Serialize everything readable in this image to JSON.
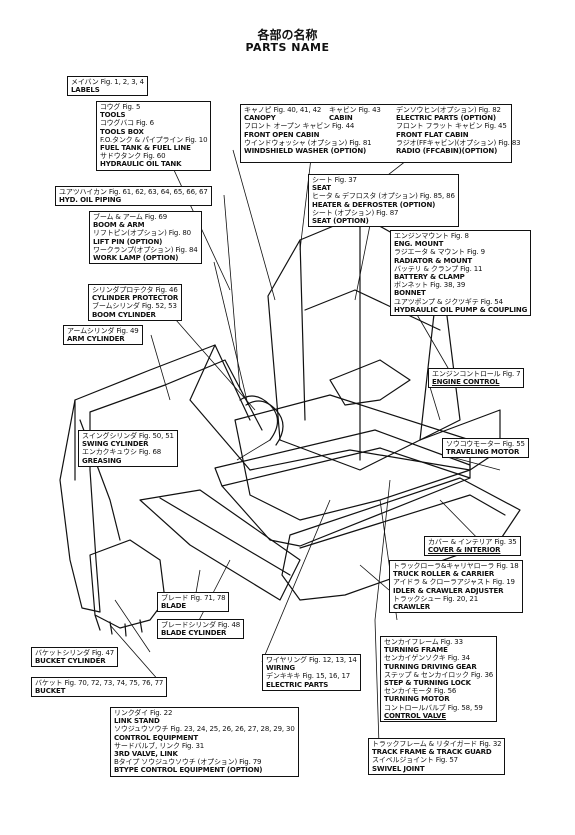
{
  "header": {
    "title_jp": "各部の名称",
    "title_en": "PARTS NAME"
  },
  "labels": [
    {
      "id": "labels",
      "jp": "メイバン Fig. 1, 2, 3, 4",
      "en": "LABELS"
    },
    {
      "id": "tools-group",
      "items": [
        {
          "jp": "コウグ Fig. 5",
          "en": "TOOLS"
        },
        {
          "jp": "コウグバコ Fig. 6",
          "en": "TOOLS BOX"
        },
        {
          "jp": "F.O.タンク & パイプライン Fig. 10",
          "en": "FUEL TANK & FUEL LINE"
        },
        {
          "jp": "サドウタンク Fig. 60",
          "en": "HYDRAULIC OIL TANK"
        }
      ]
    },
    {
      "id": "hyd-piping",
      "jp": "ユアツハイカン Fig. 61, 62, 63, 64, 65, 66, 67",
      "en": "HYD. OIL PIPING"
    },
    {
      "id": "boom-group",
      "items": [
        {
          "jp": "ブーム & アーム Fig. 69",
          "en": "BOOM & ARM"
        },
        {
          "jp": "リフトピン(オプション) Fig. 80",
          "en": "LIFT PIN (OPTION)"
        },
        {
          "jp": "ワークランプ(オプション) Fig. 84",
          "en": "WORK LAMP (OPTION)"
        }
      ]
    },
    {
      "id": "cylinder-group",
      "items": [
        {
          "jp": "シリンダプロテクタ Fig. 46",
          "en": "CYLINDER PROTECTOR"
        },
        {
          "jp": "ブームシリンダ Fig. 52, 53",
          "en": "BOOM CYLINDER"
        }
      ]
    },
    {
      "id": "arm-cylinder",
      "jp": "アームシリンダ Fig. 49",
      "en": "ARM CYLINDER"
    },
    {
      "id": "cab-group",
      "items": [
        {
          "jp": "キャノピ Fig. 40, 41, 42",
          "en": "CANOPY",
          "jp2": "キャビン Fig. 43",
          "en2": "CABIN"
        },
        {
          "jp": "フロント オープン キャビン Fig. 44",
          "en": "FRONT OPEN CABIN"
        },
        {
          "jp": "ウインドウォッシャ (オプション) Fig. 81",
          "en": "WINDSHIELD WASHER (OPTION)"
        }
      ]
    },
    {
      "id": "electric-group",
      "items": [
        {
          "jp": "デンソウヒン(オプション) Fig. 82",
          "en": "ELECTRIC PARTS (OPTION)"
        },
        {
          "jp": "フロント フラット キャビン Fig. 45",
          "en": "FRONT FLAT CABIN"
        },
        {
          "jp": "ラジオ(FFキャビン)(オプション) Fig. 83",
          "en": "RADIO (FFCABIN)(OPTION)"
        }
      ]
    },
    {
      "id": "seat-group",
      "items": [
        {
          "jp": "シート Fig. 37",
          "en": "SEAT"
        },
        {
          "jp": "ヒータ & デフロスタ (オプション) Fig. 85, 86",
          "en": "HEATER & DEFROSTER (OPTION)"
        },
        {
          "jp": "シート (オプション) Fig. 87",
          "en": "SEAT (OPTION)"
        }
      ]
    },
    {
      "id": "engine-group",
      "items": [
        {
          "jp": "エンジンマウント Fig. 8",
          "en": "ENG. MOUNT"
        },
        {
          "jp": "ラジエータ & マウント Fig. 9",
          "en": "RADIATOR & MOUNT"
        },
        {
          "jp": "バッテリ & クランプ Fig. 11",
          "en": "BATTERY & CLAMP"
        },
        {
          "jp": "ボンネット Fig. 38, 39",
          "en": "BONNET"
        },
        {
          "jp": "ユアツポンプ & ジクツギテ Fig. 54",
          "en": "HYDRAULIC OIL PUMP & COUPLING"
        }
      ]
    },
    {
      "id": "engine-control",
      "jp": "エンジンコントロール Fig. 7",
      "en": "ENGINE CONTROL"
    },
    {
      "id": "swing-group",
      "items": [
        {
          "jp": "スイングシリンダ Fig. 50, 51",
          "en": "SWING CYLINDER"
        },
        {
          "jp": "エンカクキュウシ Fig. 68",
          "en": "GREASING"
        }
      ]
    },
    {
      "id": "traveling-motor",
      "jp": "ソウコウモーター Fig. 55",
      "en": "TRAVELING MOTOR"
    },
    {
      "id": "cover",
      "jp": "カバー & インテリア Fig. 35",
      "en": "COVER & INTERIOR"
    },
    {
      "id": "track-group",
      "items": [
        {
          "jp": "トラックローラ&キャリヤローラ Fig. 18",
          "en": "TRUCK ROLLER & CARRIER"
        },
        {
          "jp": "アイドラ & クローラアジャスト Fig. 19",
          "en": "IDLER & CRAWLER ADJUSTER"
        },
        {
          "jp": "トラックシュー Fig. 20, 21",
          "en": "CRAWLER"
        }
      ]
    },
    {
      "id": "blade",
      "jp": "ブレード Fig. 71, 78",
      "en": "BLADE"
    },
    {
      "id": "blade-cylinder",
      "jp": "ブレードシリンダ Fig. 48",
      "en": "BLADE CYLINDER"
    },
    {
      "id": "bucket-cylinder",
      "jp": "バケットシリンダ Fig. 47",
      "en": "BUCKET CYLINDER"
    },
    {
      "id": "bucket",
      "jp": "バケット Fig. 70, 72, 73, 74, 75, 76, 77",
      "en": "BUCKET"
    },
    {
      "id": "wiring-group",
      "items": [
        {
          "jp": "ワイヤリング Fig. 12, 13, 14",
          "en": "WIRING"
        },
        {
          "jp": "デンキキキ Fig. 15, 16, 17",
          "en": "ELECTRIC PARTS"
        }
      ]
    },
    {
      "id": "turning-group",
      "items": [
        {
          "jp": "センカイフレーム Fig. 33",
          "en": "TURNING FRAME"
        },
        {
          "jp": "センカイゲンソクキ Fig. 34",
          "en": "TURNING DRIVING GEAR"
        },
        {
          "jp": "ステップ & センカイロック Fig. 36",
          "en": "STEP & TURNING LOCK"
        },
        {
          "jp": "センカイモータ Fig. 56",
          "en": "TURNING MOTOR"
        },
        {
          "jp": "コントロールバルブ Fig. 58, 59",
          "en": "CONTROL VALVE"
        }
      ]
    },
    {
      "id": "link-group",
      "items": [
        {
          "jp": "リンクダイ Fig. 22",
          "en": "LINK STAND"
        },
        {
          "jp": "ソウジュウソウチ Fig. 23, 24, 25, 26, 26, 27, 28, 29, 30",
          "en": "CONTROL EQUIPMENT"
        },
        {
          "jp": "サードバルブ, リンク Fig. 31",
          "en": "3RD VALVE, LINK"
        },
        {
          "jp": "Bタイプ ソウジュウソウチ (オプション) Fig. 79",
          "en": "BTYPE CONTROL EQUIPMENT (OPTION)"
        }
      ]
    },
    {
      "id": "frame-group",
      "items": [
        {
          "jp": "トラックフレーム & リタイガード Fig. 32",
          "en": "TRACK FRAME & TRACK GUARD"
        },
        {
          "jp": "スイベルジョイント Fig. 57",
          "en": "SWIVEL JOINT"
        }
      ]
    }
  ]
}
